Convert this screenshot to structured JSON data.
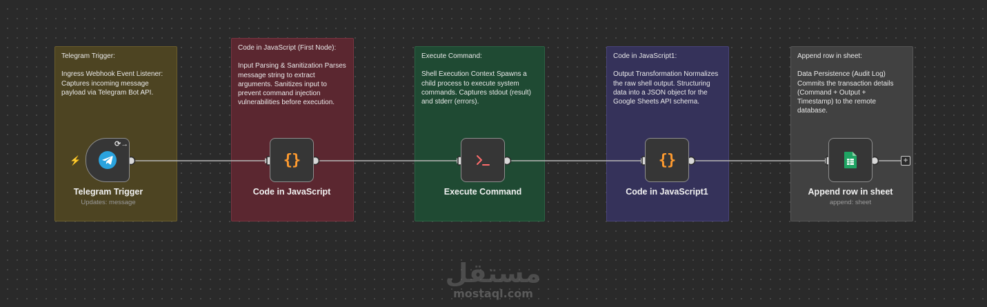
{
  "sticky_notes": [
    {
      "title": "Telegram Trigger:",
      "body": "Ingress Webhook Event Listener:\nCaptures incoming message\npayload via Telegram Bot API."
    },
    {
      "title": "Code in JavaScript (First Node):",
      "body": "Input Parsing & Sanitization Parses\nmessage string to extract\narguments. Sanitizes input to\nprevent command injection\nvulnerabilities before execution."
    },
    {
      "title": "Execute Command:",
      "body": "Shell Execution Context Spawns a\nchild process to execute system\ncommands. Captures stdout (result)\nand stderr (errors)."
    },
    {
      "title": "Code in JavaScript1:",
      "body": "Output Transformation Normalizes\nthe raw shell output. Structuring\ndata into a JSON object for the\nGoogle Sheets API schema."
    },
    {
      "title": "Append row in sheet:",
      "body": "Data Persistence (Audit Log)\nCommits the transaction details\n(Command + Output +\nTimestamp) to the remote\ndatabase."
    }
  ],
  "nodes": [
    {
      "name": "Telegram Trigger",
      "subtitle": "Updates: message",
      "icon": "telegram-icon"
    },
    {
      "name": "Code in JavaScript",
      "subtitle": "",
      "icon": "code-braces-icon"
    },
    {
      "name": "Execute Command",
      "subtitle": "",
      "icon": "terminal-icon"
    },
    {
      "name": "Code in JavaScript1",
      "subtitle": "",
      "icon": "code-braces-icon"
    },
    {
      "name": "Append row in sheet",
      "subtitle": "append: sheet",
      "icon": "google-sheets-icon"
    }
  ],
  "code_icon_text": "{}",
  "trigger_badge": "⟳→",
  "trigger_bolt": "⚡",
  "add_node_symbol": "+",
  "watermark": {
    "arabic": "مستقل",
    "latin": "mostaql.com"
  },
  "colors": {
    "canvas": "#2a2a2a",
    "connector": "#b8b8b8",
    "code_icon": "#ff9b2f",
    "terminal_icon": "#ff6d6d",
    "telegram": "#2aa3de",
    "sheets": "#1fa463"
  }
}
